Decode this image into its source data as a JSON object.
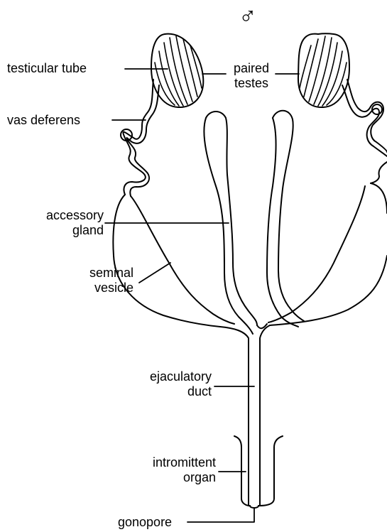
{
  "figure": {
    "symbol": "♂",
    "labels": {
      "testicular_tube": "testicular tube",
      "paired_testes_line1": "paired",
      "paired_testes_line2": "testes",
      "vas_deferens": "vas deferens",
      "accessory_gland_line1": "accessory",
      "accessory_gland_line2": "gland",
      "seminal_vesicle_line1": "seminal",
      "seminal_vesicle_line2": "vesicle",
      "ejaculatory_duct_line1": "ejaculatory",
      "ejaculatory_duct_line2": "duct",
      "intromittent_organ_line1": "intromittent",
      "intromittent_organ_line2": "organ",
      "gonopore": "gonopore"
    },
    "colors": {
      "ink": "#000000",
      "background": "#ffffff"
    }
  }
}
